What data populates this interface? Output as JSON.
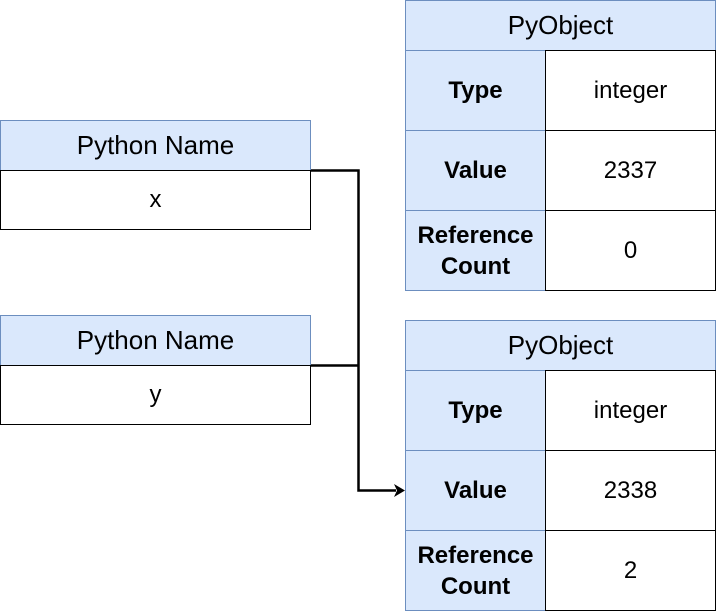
{
  "names": [
    {
      "header": "Python Name",
      "value": "x"
    },
    {
      "header": "Python Name",
      "value": "y"
    }
  ],
  "objects": [
    {
      "header": "PyObject",
      "rows": [
        {
          "key": "Type",
          "value": "integer"
        },
        {
          "key": "Value",
          "value": "2337"
        },
        {
          "key": "Reference Count",
          "value": "0"
        }
      ]
    },
    {
      "header": "PyObject",
      "rows": [
        {
          "key": "Type",
          "value": "integer"
        },
        {
          "key": "Value",
          "value": "2338"
        },
        {
          "key": "Reference Count",
          "value": "2"
        }
      ]
    }
  ],
  "colors": {
    "header_fill": "#dae8fc",
    "header_stroke": "#6c8ebf",
    "cell_stroke": "#000000",
    "connector": "#000000"
  }
}
